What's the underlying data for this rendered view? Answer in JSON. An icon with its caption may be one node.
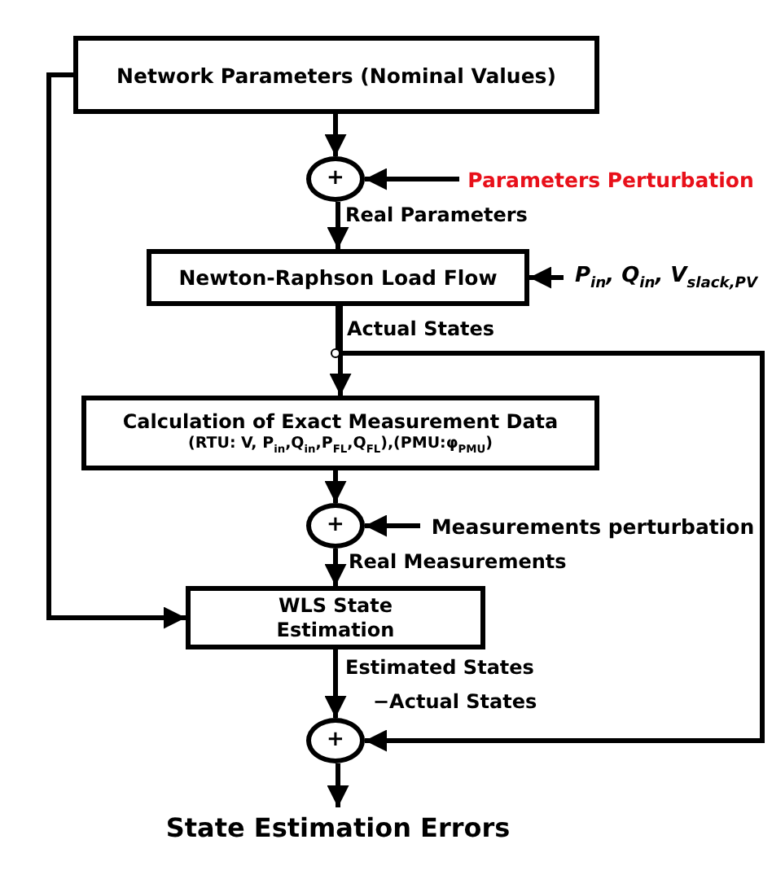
{
  "diagram": {
    "nodes": [
      {
        "text": [
          "Network Parameters (Nominal Values)"
        ]
      },
      {
        "text": [
          "+"
        ]
      },
      {
        "text": [
          "Parameters Perturbation"
        ]
      },
      {
        "text": [
          "Newton-Raphson Load Flow"
        ]
      },
      {
        "text": [
          "P$_{in}$, Q$_{in}$, V$_{slack,PV}$"
        ]
      },
      {
        "text": [
          "Calculation of Exact Measurement Data",
          "(RTU: V, P$_{in}$,Q$_{in}$,P$_{FL}$,Q$_{FL}$),(PMU:φ$_{PMU}$)"
        ]
      },
      {
        "text": [
          "+"
        ]
      },
      {
        "text": [
          "Measurements perturbation"
        ]
      },
      {
        "text": [
          "WLS State Estimation"
        ]
      },
      {
        "text": [
          "+"
        ]
      },
      {
        "text": [
          "State Estimation Errors"
        ]
      }
    ],
    "edges": [
      {
        "from": 0,
        "to": 1,
        "arrow": "to"
      },
      {
        "from": 2,
        "to": 1,
        "arrow": "to",
        "color": "#000000"
      },
      {
        "from": 1,
        "to": 3,
        "arrow": "to",
        "label": "Real Parameters"
      },
      {
        "from": 4,
        "to": 3,
        "arrow": "to"
      },
      {
        "from": 3,
        "to": 5,
        "arrow": "to",
        "label": "Actual States"
      },
      {
        "from": 3,
        "to": 9,
        "arrow": "to",
        "label": "−Actual States"
      },
      {
        "from": 5,
        "to": 6,
        "arrow": "to"
      },
      {
        "from": 7,
        "to": 6,
        "arrow": "to"
      },
      {
        "from": 6,
        "to": 8,
        "arrow": "to",
        "label": "Real Measurements"
      },
      {
        "from": 0,
        "to": 8,
        "arrow": "to"
      },
      {
        "from": 8,
        "to": 9,
        "arrow": "to",
        "label": "Estimated States"
      },
      {
        "from": 9,
        "to": 10,
        "arrow": "to"
      }
    ]
  }
}
